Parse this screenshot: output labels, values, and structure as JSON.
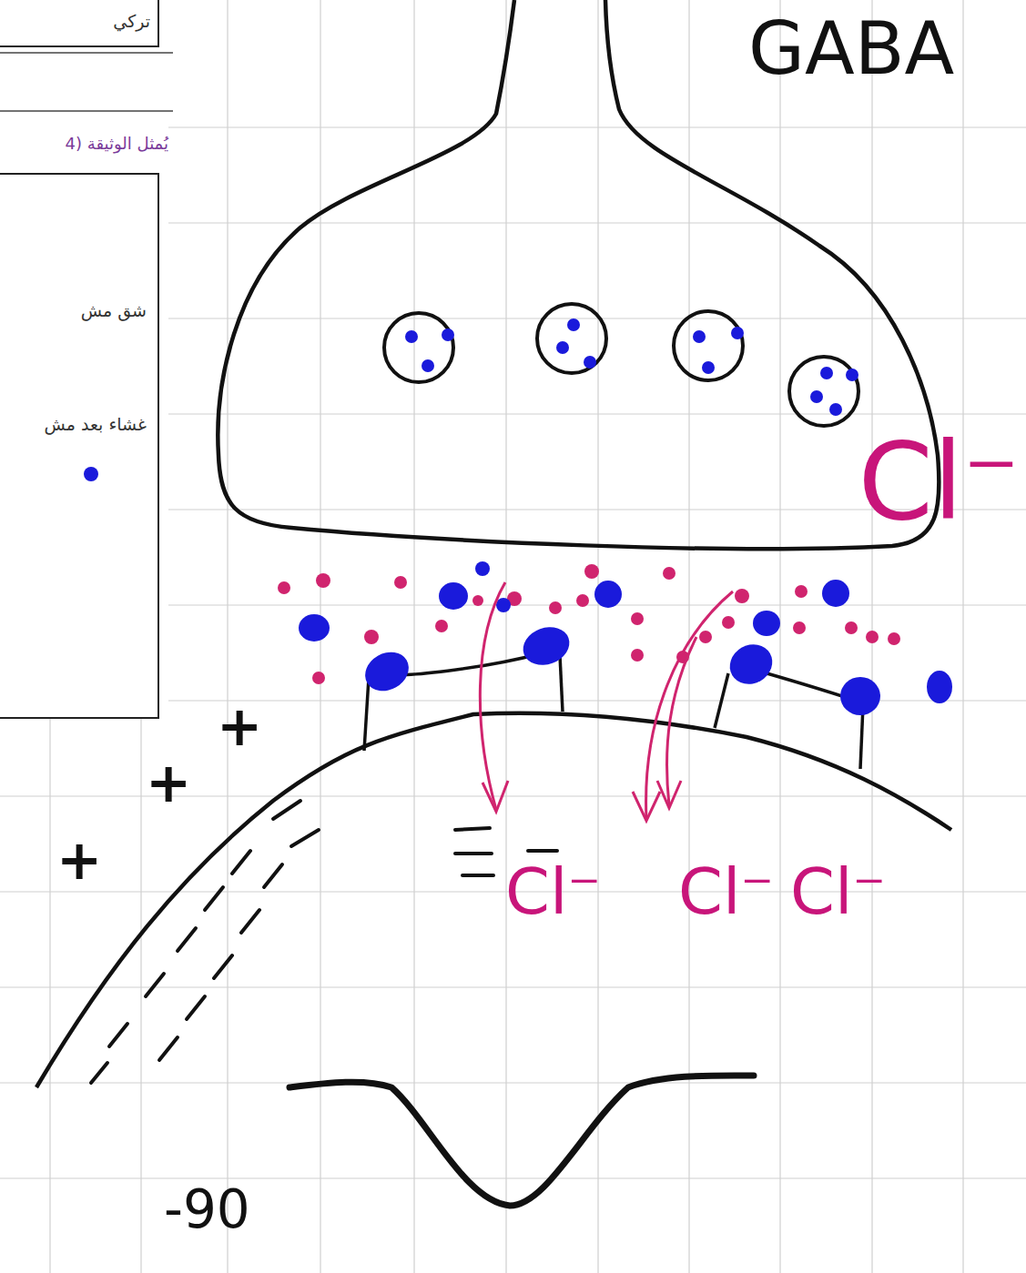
{
  "diagram": {
    "nodes": [
      {
        "text": [
          "تركي"
        ]
      },
      {
        "text": [
          "يُمثل الوثيقة (4",
          "شق مش",
          "غشاء بعد مش"
        ]
      }
    ],
    "labels": [
      "GABA",
      "Cl⁻",
      "Cl⁻",
      "Cl⁻",
      "Cl⁻",
      "+",
      "+",
      "+",
      "-90"
    ]
  }
}
